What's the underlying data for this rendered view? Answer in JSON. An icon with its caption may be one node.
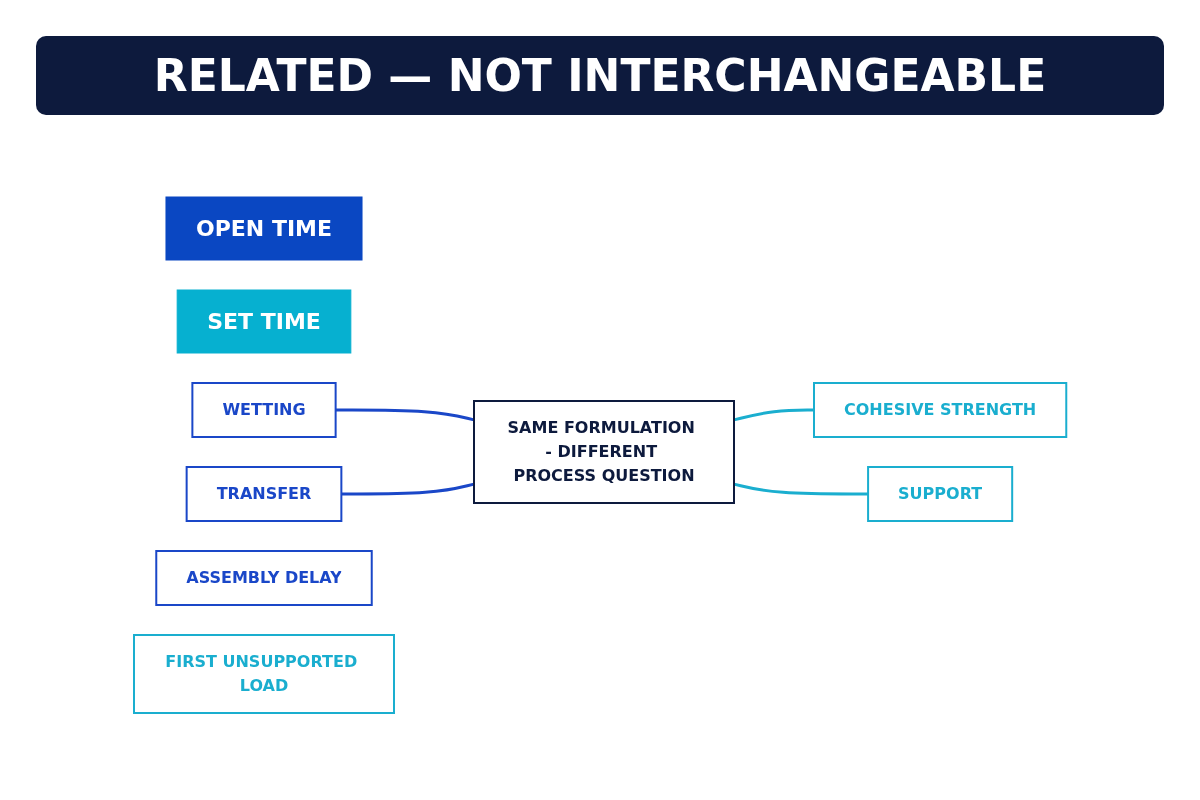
{
  "diagram": {
    "title": "RELATED — NOT INTERCHANGEABLE",
    "nodes": [
      {
        "text": [
          "OPEN TIME"
        ]
      },
      {
        "text": [
          "SET TIME"
        ]
      },
      {
        "text": [
          "WETTING"
        ]
      },
      {
        "text": [
          "TRANSFER"
        ]
      },
      {
        "text": [
          "ASSEMBLY DELAY"
        ]
      },
      {
        "text": [
          "SAME FORMULATION - DIFFERENT PROCESS QUESTION"
        ]
      },
      {
        "text": [
          "COHESIVE STRENGTH"
        ]
      },
      {
        "text": [
          "SUPPORT"
        ]
      },
      {
        "text": [
          "FIRST UNSUPPORTED LOAD"
        ]
      }
    ],
    "edges": [
      {
        "from": 2,
        "to": 5,
        "arrow": "none",
        "color": "#1a47c8"
      },
      {
        "from": 3,
        "to": 5,
        "arrow": "none",
        "color": "#1a47c8"
      },
      {
        "from": 5,
        "to": 6,
        "arrow": "none",
        "color": "#1aaecf"
      },
      {
        "from": 5,
        "to": 7,
        "arrow": "none",
        "color": "#1aaecf"
      }
    ]
  }
}
